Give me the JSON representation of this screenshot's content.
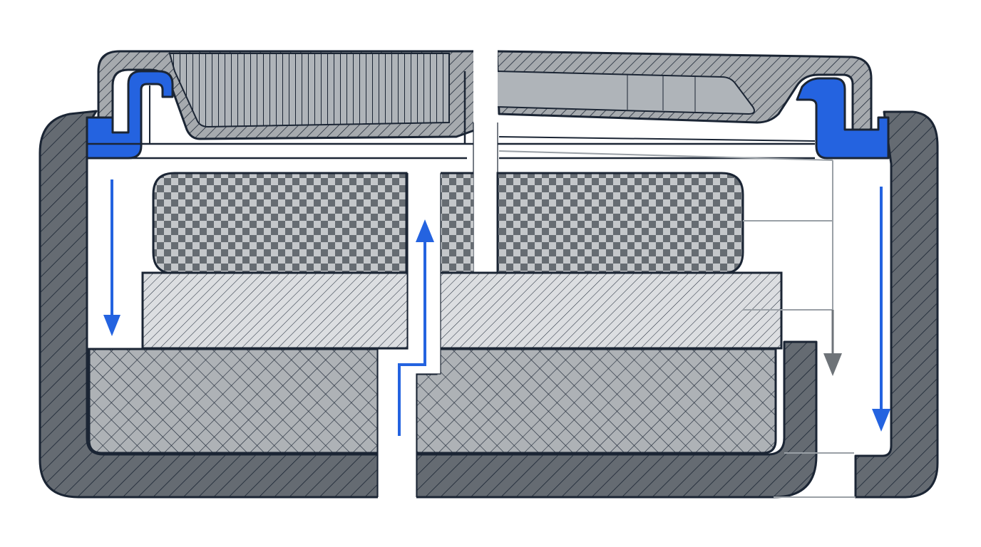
{
  "diagram": {
    "kind": "cross-section",
    "labels": [],
    "colors": {
      "background": "#ffffff",
      "outline": "#1b2534",
      "can_dark": "#656b72",
      "cap_gray": "#a6aaae",
      "cap_band": "#afb4b9",
      "gasket": "#2463e0",
      "flow_arrow": "#2463e0",
      "gray_arrow": "#6e7378",
      "leader": "#9aa0a6",
      "checker": "#666c72",
      "separator": "#dcdee1",
      "mesh": "#aeb2b6"
    },
    "icons": [
      "blue-down-arrow-left",
      "blue-up-arrow-center",
      "gray-down-arrow-right",
      "blue-down-arrow-right"
    ]
  }
}
